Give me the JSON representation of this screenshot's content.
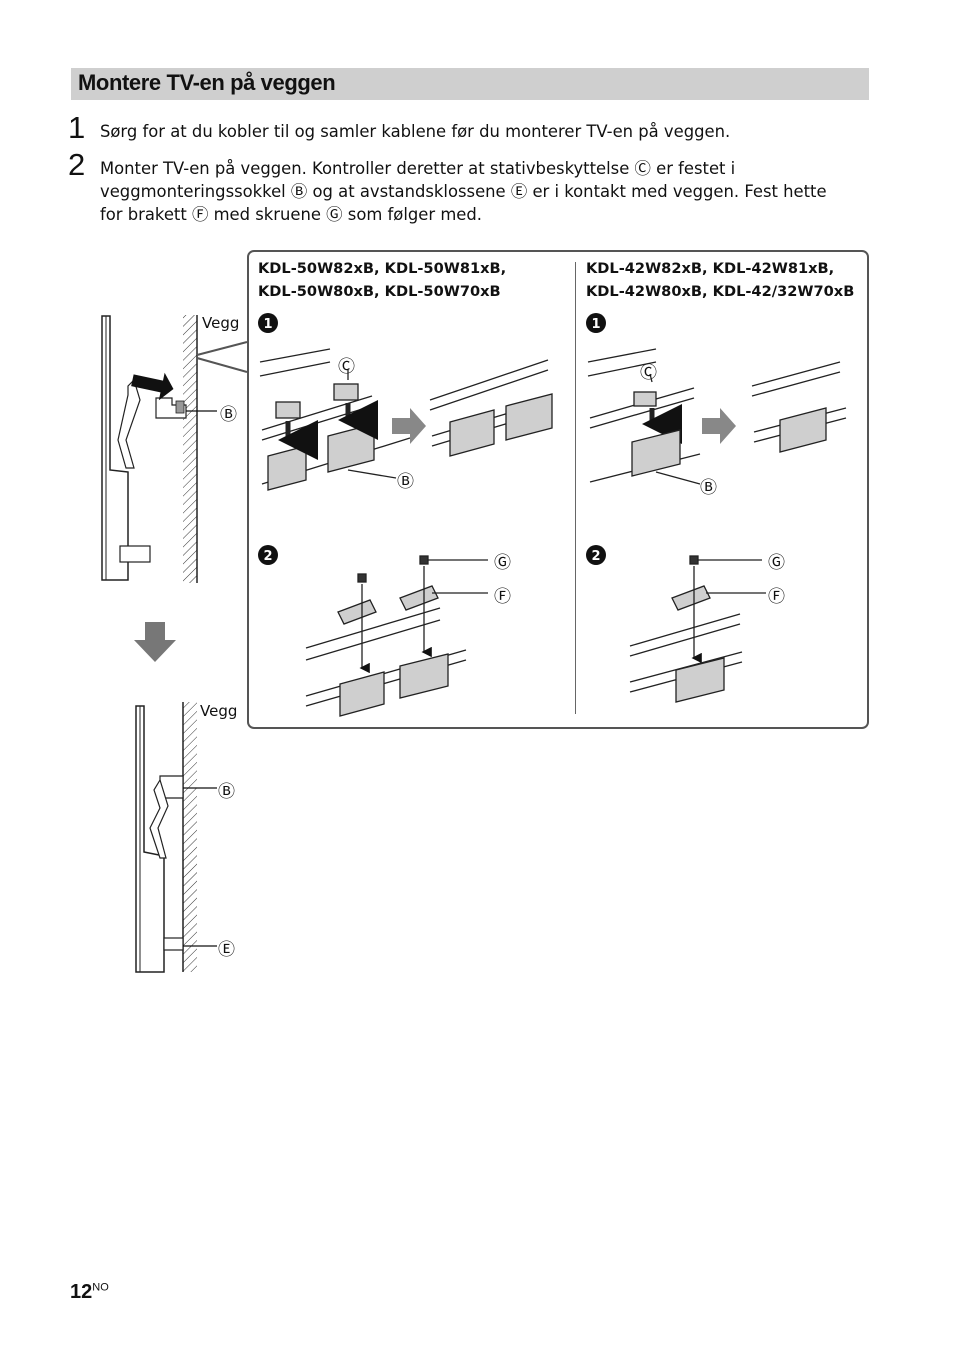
{
  "section": {
    "title": "Montere TV-en på veggen"
  },
  "steps": [
    {
      "number": "1",
      "text": "Sørg for at du kobler til og samler kablene før du monterer TV-en på veggen."
    },
    {
      "number": "2",
      "lines": [
        "Monter TV-en på veggen. Kontroller deretter at stativbeskyttelse Ⓒ er festet i",
        "veggmonteringssokkel Ⓑ og at avstandsklossene Ⓔ er i kontakt med veggen. Fest hette",
        "for brakett Ⓕ med skruene Ⓖ som følger med."
      ]
    }
  ],
  "figure": {
    "wall_label": "Vegg",
    "callouts": {
      "B": "Ⓑ",
      "C": "Ⓒ",
      "E": "Ⓔ",
      "F": "Ⓕ",
      "G": "Ⓖ"
    },
    "substeps": {
      "one": "1",
      "two": "2"
    },
    "models_left": [
      "KDL-50W82xB, KDL-50W81xB,",
      "KDL-50W80xB, KDL-50W70xB"
    ],
    "models_right": [
      "KDL-42W82xB, KDL-42W81xB,",
      "KDL-42W80xB, KDL-42/32W70xB"
    ]
  },
  "footer": {
    "page": "12",
    "lang": "NO"
  }
}
